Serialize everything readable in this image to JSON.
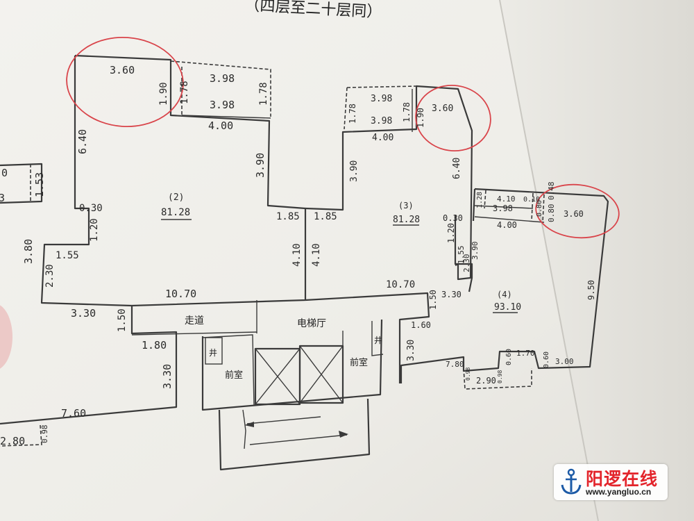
{
  "header": {
    "title": "（四层至二十层同）"
  },
  "units": {
    "u2": {
      "number": "(2)",
      "area": "81.28"
    },
    "u3": {
      "number": "(3)",
      "area": "81.28"
    },
    "u4": {
      "number": "(4)",
      "area": "93.10"
    }
  },
  "rooms": {
    "corridor": "走道",
    "elevator_hall": "电梯厅",
    "anteroom": "前室",
    "shaft": "井"
  },
  "dims": {
    "d360a": "3.60",
    "d190a": "1.90",
    "d178a": "1.78",
    "d398a": "3.98",
    "d398b": "3.98",
    "d178b": "1.78",
    "d400a": "4.00",
    "d640a": "6.40",
    "d390a": "3.90",
    "d030a": "0.30",
    "d120a": "1.20",
    "d155a": "1.55",
    "d380": "3.80",
    "d230a": "2.30",
    "d185a": "1.85",
    "d185b": "1.85",
    "d410a": "4.10",
    "d410b": "4.10",
    "d1070a": "10.70",
    "d1070b": "10.70",
    "d330a": "3.30",
    "d150a": "1.50",
    "d180": "1.80",
    "d330b": "3.30",
    "d760": "7.60",
    "d280": "2.80",
    "d098a": "0.98",
    "d153": "1.53",
    "d0": "0",
    "d3left": "3",
    "d178c": "1.78",
    "d398c": "3.98",
    "d398d": "3.98",
    "d178d": "1.78",
    "d190b": "1.90",
    "d360b": "3.60",
    "d400b": "4.00",
    "d390b": "3.90",
    "d640b": "6.40",
    "d030b": "0.30",
    "d120b": "1.20",
    "d155b": "1.55",
    "d230b": "2.30",
    "d390c": "3.90",
    "d150b": "1.50",
    "d330c": "3.30",
    "d160": "1.60",
    "d330d": "3.30",
    "d128": "1.28",
    "d410c": "4.10",
    "d010": "0.10",
    "d048": "0.48",
    "d398e": "3.98",
    "d080a": "0.80",
    "d080b": "0.80",
    "d360c": "3.60",
    "d400c": "4.00",
    "d950": "9.50",
    "d780": "7.80",
    "d098b": "0.98",
    "d290": "2.90",
    "d098c": "0.98",
    "d060a": "0.60",
    "d170": "1.70",
    "d060b": "0.60",
    "d300": "3.00"
  },
  "watermark": {
    "title": "阳逻在线",
    "url": "www.yangluo.cn"
  },
  "colors": {
    "paper": "#efeeea",
    "ink": "#3a3a3a",
    "annotation_circle": "#d9444a",
    "watermark_red": "#e3242b"
  }
}
